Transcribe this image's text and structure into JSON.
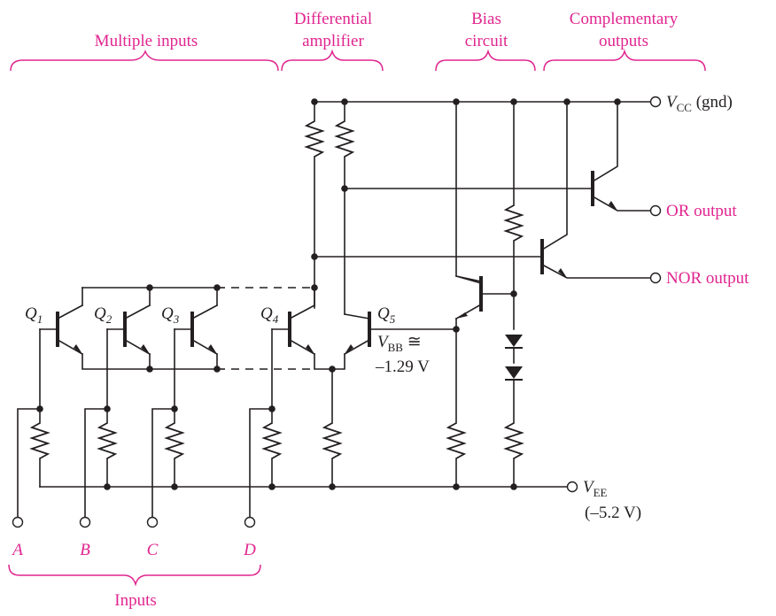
{
  "group_labels": {
    "multiple_inputs": "Multiple inputs",
    "diff_line1": "Differential",
    "diff_line2": "amplifier",
    "bias_line1": "Bias",
    "bias_line2": "circuit",
    "comp_line1": "Complementary",
    "comp_line2": "outputs",
    "inputs": "Inputs"
  },
  "inputs": [
    "A",
    "B",
    "C",
    "D"
  ],
  "transistors": {
    "q1": "Q",
    "q1_sub": "1",
    "q2": "Q",
    "q2_sub": "2",
    "q3": "Q",
    "q3_sub": "3",
    "q4": "Q",
    "q4_sub": "4",
    "q5": "Q",
    "q5_sub": "5"
  },
  "supplies": {
    "vcc": "V",
    "vcc_sub": "CC",
    "vcc_note": " (gnd)",
    "vee": "V",
    "vee_sub": "EE",
    "vee_value": "(–5.2 V)",
    "vbb": "V",
    "vbb_sub": "BB",
    "vbb_approx": " ≅",
    "vbb_value": "–1.29 V"
  },
  "outputs": {
    "or": "OR output",
    "nor": "NOR output"
  },
  "colors": {
    "accent": "#e0258f",
    "ink": "#231f20"
  }
}
